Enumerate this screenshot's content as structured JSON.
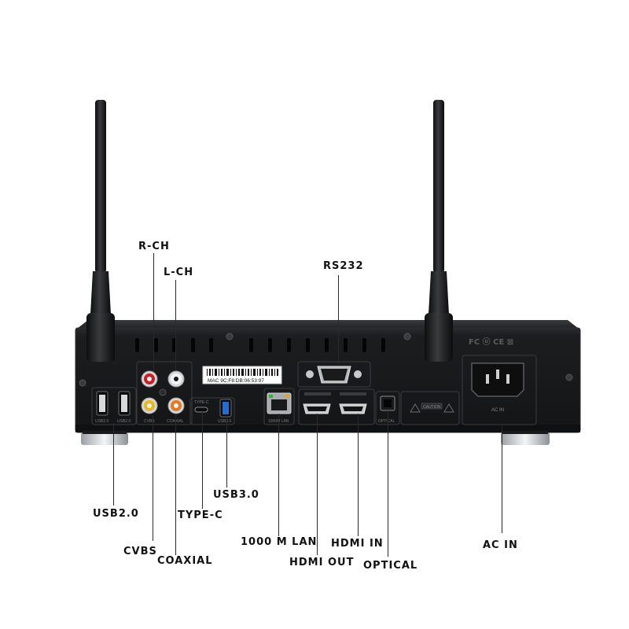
{
  "callouts": {
    "r_ch": "R-CH",
    "l_ch": "L-CH",
    "rs232": "RS232",
    "usb20": "USB2.0",
    "cvbs": "CVBS",
    "coaxial": "COAXIAL",
    "type_c": "TYPE-C",
    "usb30": "USB3.0",
    "lan": "1000 M LAN",
    "hdmi_out": "HDMI OUT",
    "hdmi_in": "HDMI IN",
    "optical": "OPTICAL",
    "ac_in": "AC IN"
  },
  "panel_text": {
    "mac_label": "MAC 9C:F8:DB:06:53:97",
    "usb20_a": "USB2.0",
    "usb20_b": "USB2.0",
    "cvbs": "CVBS",
    "coaxial": "COAXIAL",
    "type_c": "TYPE-C",
    "usb30": "USB3.0",
    "lan": "1000M LAN",
    "optical": "OPTICAL",
    "ac_in": "AC IN",
    "caution": "CAUTION",
    "certifications": "FC  ⓤ  CE  ⊠"
  },
  "colors": {
    "chassis": "#1b1c1e",
    "chassis_edge": "#2c2d30",
    "rca_red": "#c81e24",
    "rca_yellow": "#e8b81e",
    "rca_orange": "#e07a1e",
    "usb3_blue": "#1f6fd6",
    "lan_green": "#2fb24a",
    "lan_amber": "#e8a21e"
  }
}
